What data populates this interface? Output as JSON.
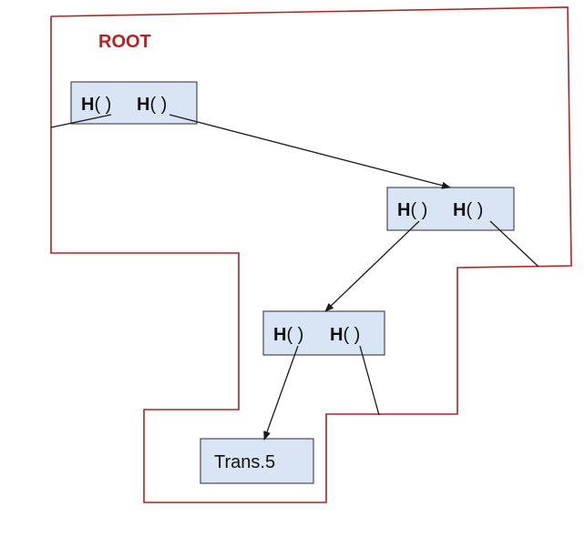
{
  "root_label": "ROOT",
  "nodes": [
    {
      "id": "node-1",
      "left_hash": {
        "fn": "H",
        "paren": "( )"
      },
      "right_hash": {
        "fn": "H",
        "paren": "( )"
      }
    },
    {
      "id": "node-2",
      "left_hash": {
        "fn": "H",
        "paren": "( )"
      },
      "right_hash": {
        "fn": "H",
        "paren": "( )"
      }
    },
    {
      "id": "node-3",
      "left_hash": {
        "fn": "H",
        "paren": "( )"
      },
      "right_hash": {
        "fn": "H",
        "paren": "( )"
      }
    }
  ],
  "leaf": {
    "label": "Trans.5"
  },
  "colors": {
    "boundary": "#b22222",
    "root_label": "#b22222",
    "node_fill": "#d9e5f4",
    "node_stroke": "#2b2b2b",
    "edge": "#1a1a1a"
  }
}
